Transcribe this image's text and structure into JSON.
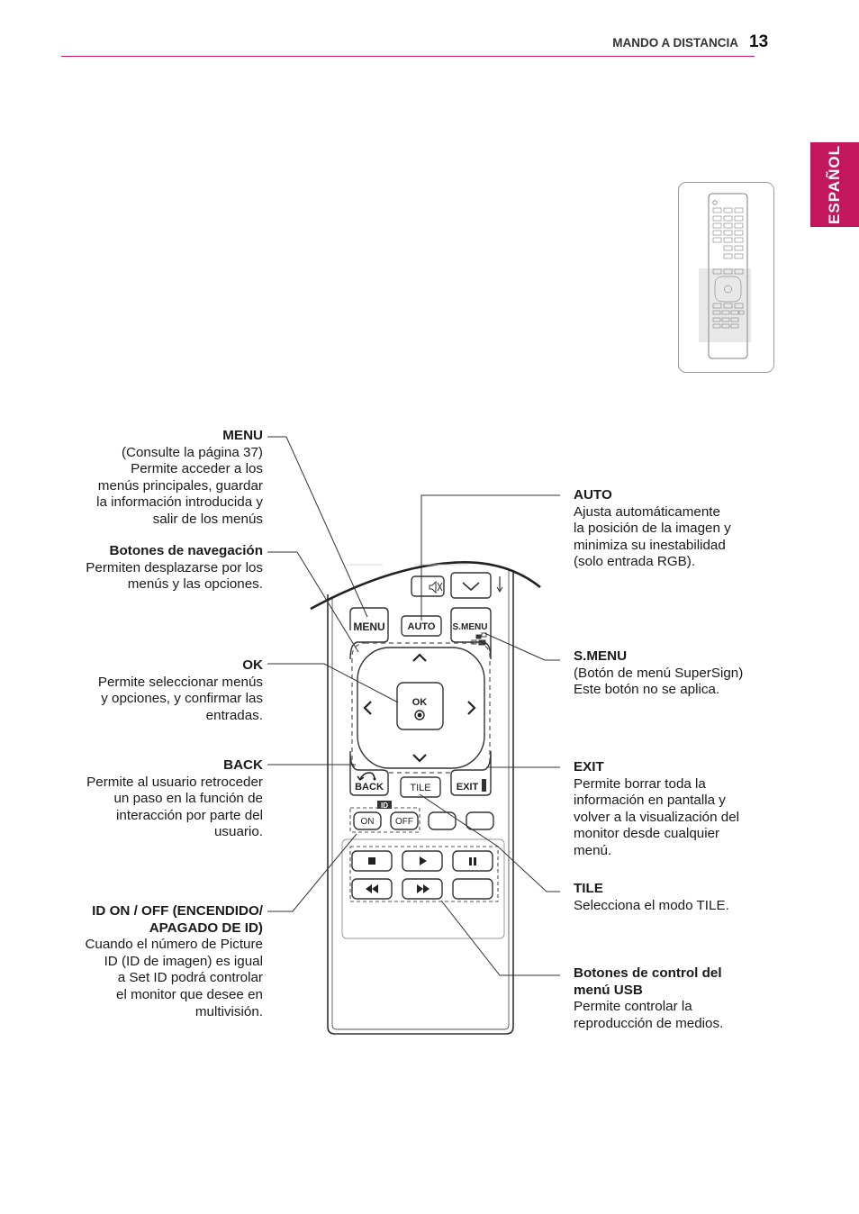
{
  "header": {
    "section_title": "MANDO A DISTANCIA",
    "page_number": "13"
  },
  "side_tab": {
    "label": "ESPAÑOL"
  },
  "accent_color": "#c3175d",
  "remote_buttons": {
    "menu": "MENU",
    "auto": "AUTO",
    "smenu": "S.MENU",
    "ok": "OK",
    "back": "BACK",
    "tile": "TILE",
    "exit": "EXIT",
    "id": "ID",
    "on": "ON",
    "off": "OFF"
  },
  "labels": {
    "menu": {
      "title": "MENU",
      "desc": "(Consulte la página 37)\nPermite acceder a los\nmenús principales, guardar\nla información introducida y\nsalir de los menús"
    },
    "nav": {
      "title": "Botones de navegación",
      "desc": "Permiten desplazarse por los\nmenús y las opciones."
    },
    "ok": {
      "title": "OK",
      "desc": "Permite seleccionar menús\ny opciones, y confirmar las\nentradas."
    },
    "back": {
      "title": "BACK",
      "desc": "Permite al usuario retroceder\nun paso en la función de\ninteracción por parte del\nusuario."
    },
    "id": {
      "title": "ID ON / OFF (ENCENDIDO/\nAPAGADO DE ID)",
      "desc": "Cuando el número de Picture\nID (ID de imagen) es igual\na Set ID podrá controlar\nel monitor que desee en\nmultivisión."
    },
    "auto": {
      "title": "AUTO",
      "desc": "Ajusta automáticamente\nla posición de la imagen y\nminimiza su inestabilidad\n(solo entrada RGB)."
    },
    "smenu": {
      "title": "S.MENU",
      "desc": "(Botón de menú SuperSign)\nEste botón no se aplica."
    },
    "exit": {
      "title": "EXIT",
      "desc": "Permite borrar toda la\ninformación en pantalla y\nvolver a la visualización del\nmonitor desde cualquier\nmenú."
    },
    "tile": {
      "title": "TILE",
      "desc": "Selecciona el modo TILE."
    },
    "usb": {
      "title": "Botones de control del\nmenú USB",
      "desc": "Permite controlar la\nreproducción de medios."
    }
  }
}
